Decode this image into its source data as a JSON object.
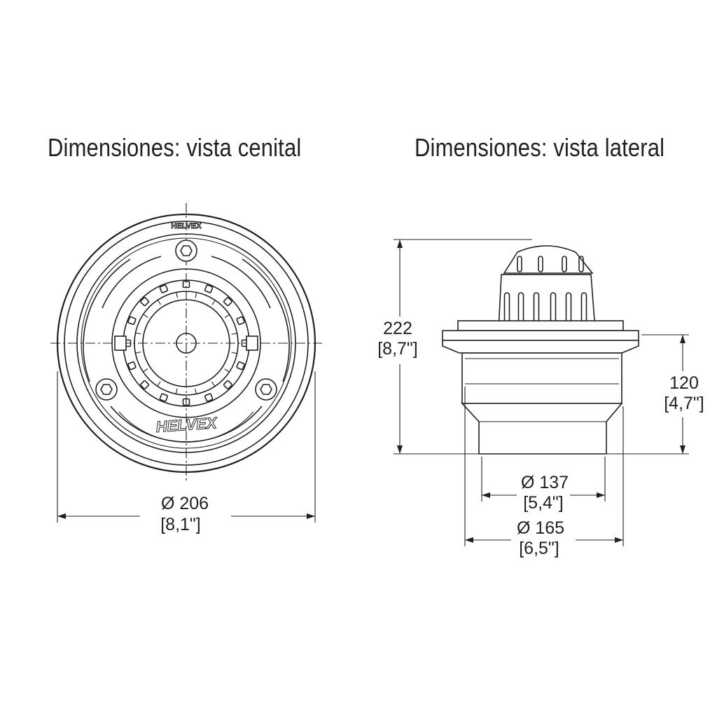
{
  "titles": {
    "top_view": "Dimensiones: vista cenital",
    "side_view": "Dimensiones: vista lateral"
  },
  "brand": "HELVEX",
  "dimensions": {
    "top_diameter": {
      "mm": "Ø 206",
      "in": "[8,1\"]"
    },
    "total_height": {
      "mm": "222",
      "in": "[8,7\"]"
    },
    "body_height": {
      "mm": "120",
      "in": "[4,7\"]"
    },
    "outlet_diameter": {
      "mm": "Ø 137",
      "in": "[5,4\"]"
    },
    "body_diameter": {
      "mm": "Ø 165",
      "in": "[6,5\"]"
    }
  },
  "colors": {
    "line": "#231f20",
    "background": "#ffffff"
  }
}
